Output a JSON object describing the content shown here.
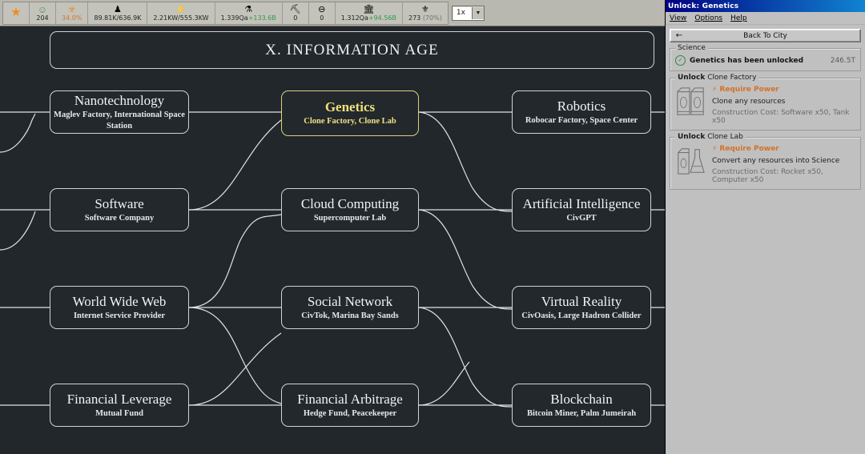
{
  "hud": {
    "cells": [
      {
        "icon": "star-icon",
        "glyph": "★",
        "value": "",
        "style": "star"
      },
      {
        "icon": "happiness-icon",
        "glyph": "☺",
        "value": "204",
        "style": "green"
      },
      {
        "icon": "pollution-icon",
        "glyph": "☣",
        "value": "34.0%",
        "style": "orange"
      },
      {
        "icon": "population-icon",
        "glyph": "♟",
        "value": "89.81K/636.9K",
        "style": "plain"
      },
      {
        "icon": "power-icon",
        "glyph": "⚡",
        "value": "2.21KW/555.3KW",
        "style": "plain"
      },
      {
        "icon": "science-icon",
        "glyph": "⚗",
        "value": "1.339Qa",
        "gain": "+133.6B",
        "style": "plain"
      },
      {
        "icon": "trade-icon",
        "glyph": "⛏",
        "value": "0",
        "style": "plain"
      },
      {
        "icon": "worker-icon",
        "glyph": "⊖",
        "value": "0",
        "style": "plain"
      },
      {
        "icon": "bank-icon",
        "glyph": "🏛",
        "value": "1.312Qa",
        "gain": "+94.56B",
        "style": "plain"
      },
      {
        "icon": "culture-icon",
        "glyph": "⚜",
        "value": "273",
        "pct": "(70%)",
        "style": "plain"
      }
    ],
    "speed": {
      "label": "1x",
      "arrow": "▼"
    }
  },
  "era": {
    "title": "X.  INFORMATION AGE"
  },
  "nodes": [
    {
      "name": "nanotechnology",
      "title": "Nanotechnology",
      "sub": "Maglev Factory, International Space Station",
      "selected": false
    },
    {
      "name": "genetics",
      "title": "Genetics",
      "sub": "Clone Factory, Clone Lab",
      "selected": true
    },
    {
      "name": "robotics",
      "title": "Robotics",
      "sub": "Robocar Factory, Space Center",
      "selected": false
    },
    {
      "name": "software",
      "title": "Software",
      "sub": "Software Company",
      "selected": false
    },
    {
      "name": "cloud-computing",
      "title": "Cloud Computing",
      "sub": "Supercomputer Lab",
      "selected": false
    },
    {
      "name": "artificial-intelligence",
      "title": "Artificial Intelligence",
      "sub": "CivGPT",
      "selected": false
    },
    {
      "name": "world-wide-web",
      "title": "World Wide Web",
      "sub": "Internet Service Provider",
      "selected": false
    },
    {
      "name": "social-network",
      "title": "Social Network",
      "sub": "CivTok, Marina Bay Sands",
      "selected": false
    },
    {
      "name": "virtual-reality",
      "title": "Virtual Reality",
      "sub": "CivOasis, Large Hadron Collider",
      "selected": false
    },
    {
      "name": "financial-leverage",
      "title": "Financial Leverage",
      "sub": "Mutual Fund",
      "selected": false
    },
    {
      "name": "financial-arbitrage",
      "title": "Financial Arbitrage",
      "sub": "Hedge Fund, Peacekeeper",
      "selected": false
    },
    {
      "name": "blockchain",
      "title": "Blockchain",
      "sub": "Bitcoin Miner, Palm Jumeirah",
      "selected": false
    }
  ],
  "window": {
    "title": "Unlock: Genetics",
    "menu": [
      "View",
      "Options",
      "Help"
    ],
    "back_button": {
      "label": "Back To City",
      "arrow": "←"
    },
    "science": {
      "legend": "Science",
      "status": "Genetics has been unlocked",
      "amount": "246.5T",
      "check": "✓"
    },
    "unlocks": [
      {
        "legend_prefix": "Unlock",
        "legend_name": "Clone Factory",
        "requirement": "Require Power",
        "bolt": "⚡",
        "description": "Clone any resources",
        "cost": "Construction Cost: Software x50, Tank x50"
      },
      {
        "legend_prefix": "Unlock",
        "legend_name": "Clone Lab",
        "requirement": "Require Power",
        "bolt": "⚡",
        "description": "Convert any resources into Science",
        "cost": "Construction Cost: Rocket x50, Computer x50"
      }
    ]
  },
  "colors": {
    "selected": "#f0e07a",
    "requirement": "#d4712a",
    "unlocked": "#2f8a3e",
    "gain": "#2f9c4a",
    "panel_bg": "#c0c0c0",
    "canvas_bg": "#22272b"
  }
}
